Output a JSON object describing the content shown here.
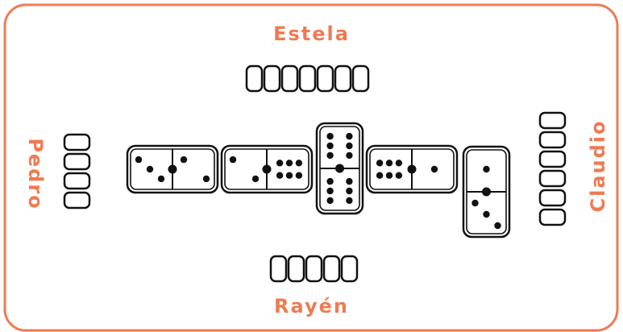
{
  "colors": {
    "accent": "#EE7B52",
    "ink": "#111111",
    "background": "#ffffff"
  },
  "players": {
    "top": {
      "name": "Estela",
      "hand_count": 7
    },
    "bottom": {
      "name": "Rayén",
      "hand_count": 5
    },
    "left": {
      "name": "Pedro",
      "hand_count": 4
    },
    "right": {
      "name": "Claudio",
      "hand_count": 6
    }
  },
  "board_tiles": [
    {
      "orientation": "horizontal",
      "values": [
        3,
        2
      ]
    },
    {
      "orientation": "horizontal",
      "values": [
        2,
        6
      ]
    },
    {
      "orientation": "vertical",
      "values": [
        6,
        6
      ]
    },
    {
      "orientation": "horizontal",
      "values": [
        6,
        1
      ]
    },
    {
      "orientation": "vertical",
      "values": [
        1,
        3
      ]
    }
  ]
}
